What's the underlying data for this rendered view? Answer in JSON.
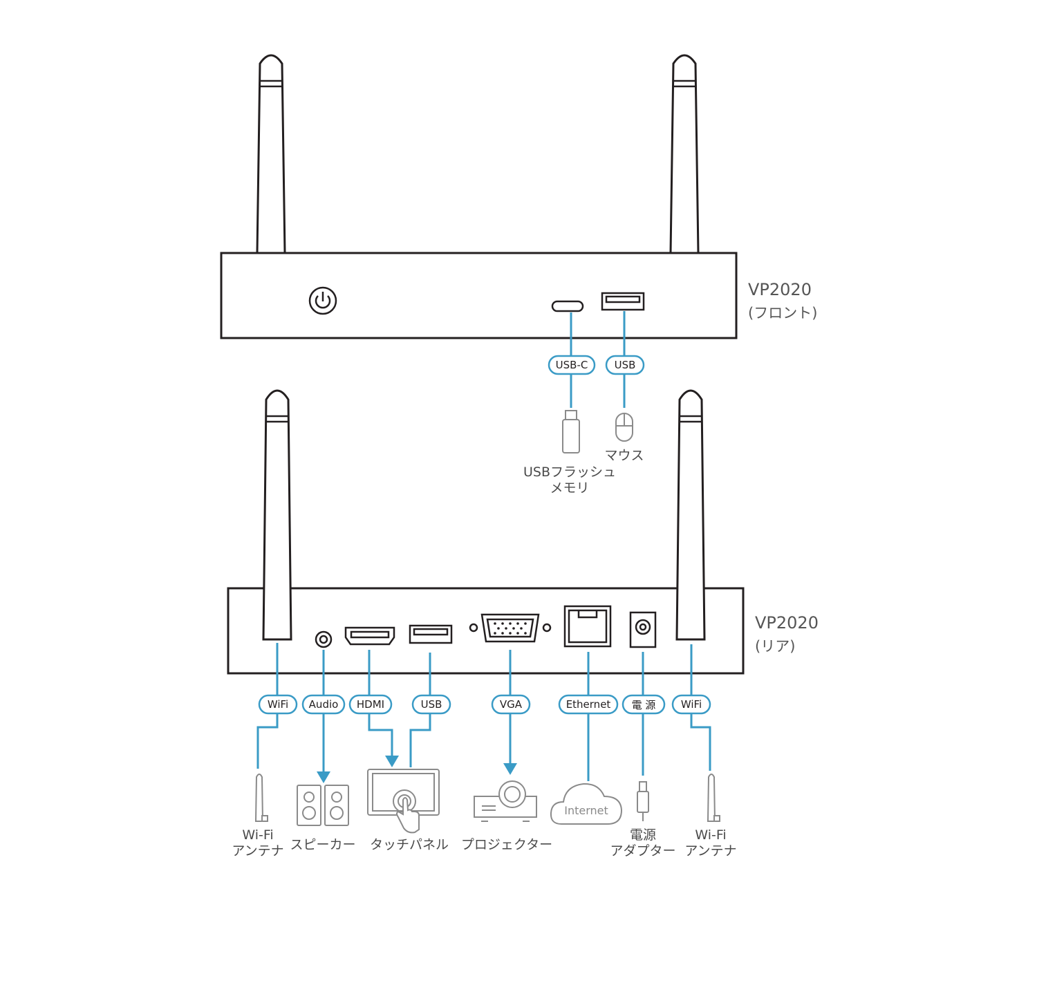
{
  "front": {
    "model": "VP2020",
    "view": "(フロント)",
    "ports": [
      {
        "id": "usbc",
        "pill": "USB-C",
        "device_lines": [
          "USBフラッシュ",
          "メモリ"
        ],
        "device_icon": "usb-flash-drive-icon"
      },
      {
        "id": "usb",
        "pill": "USB",
        "device_lines": [
          "マウス"
        ],
        "device_icon": "mouse-icon"
      }
    ]
  },
  "rear": {
    "model": "VP2020",
    "view": "(リア)",
    "ports": [
      {
        "id": "wifi-left",
        "pill": "WiFi",
        "device_lines": [
          "Wi-Fi",
          "アンテナ"
        ],
        "device_icon": "antenna-icon"
      },
      {
        "id": "audio",
        "pill": "Audio",
        "device_lines": [
          "スピーカー"
        ],
        "device_icon": "speaker-icon"
      },
      {
        "id": "hdmi",
        "pill": "HDMI",
        "device_lines": [
          "タッチパネル"
        ],
        "device_icon": "touch-panel-icon"
      },
      {
        "id": "usb",
        "pill": "USB",
        "device_lines": [],
        "device_icon": ""
      },
      {
        "id": "vga",
        "pill": "VGA",
        "device_lines": [
          "プロジェクター"
        ],
        "device_icon": "projector-icon"
      },
      {
        "id": "ethernet",
        "pill": "Ethernet",
        "device_lines": [],
        "device_icon": "cloud-icon",
        "cloud_text": "Internet"
      },
      {
        "id": "power",
        "pill": "電 源",
        "device_lines": [
          "電源",
          "アダプター"
        ],
        "device_icon": "power-adapter-icon"
      },
      {
        "id": "wifi-right",
        "pill": "WiFi",
        "device_lines": [
          "Wi-Fi",
          "アンテナ"
        ],
        "device_icon": "antenna-icon"
      }
    ]
  },
  "colors": {
    "accent": "#3a9bc6",
    "outline": "#231f20",
    "device_icon": "#8a8a8a"
  }
}
